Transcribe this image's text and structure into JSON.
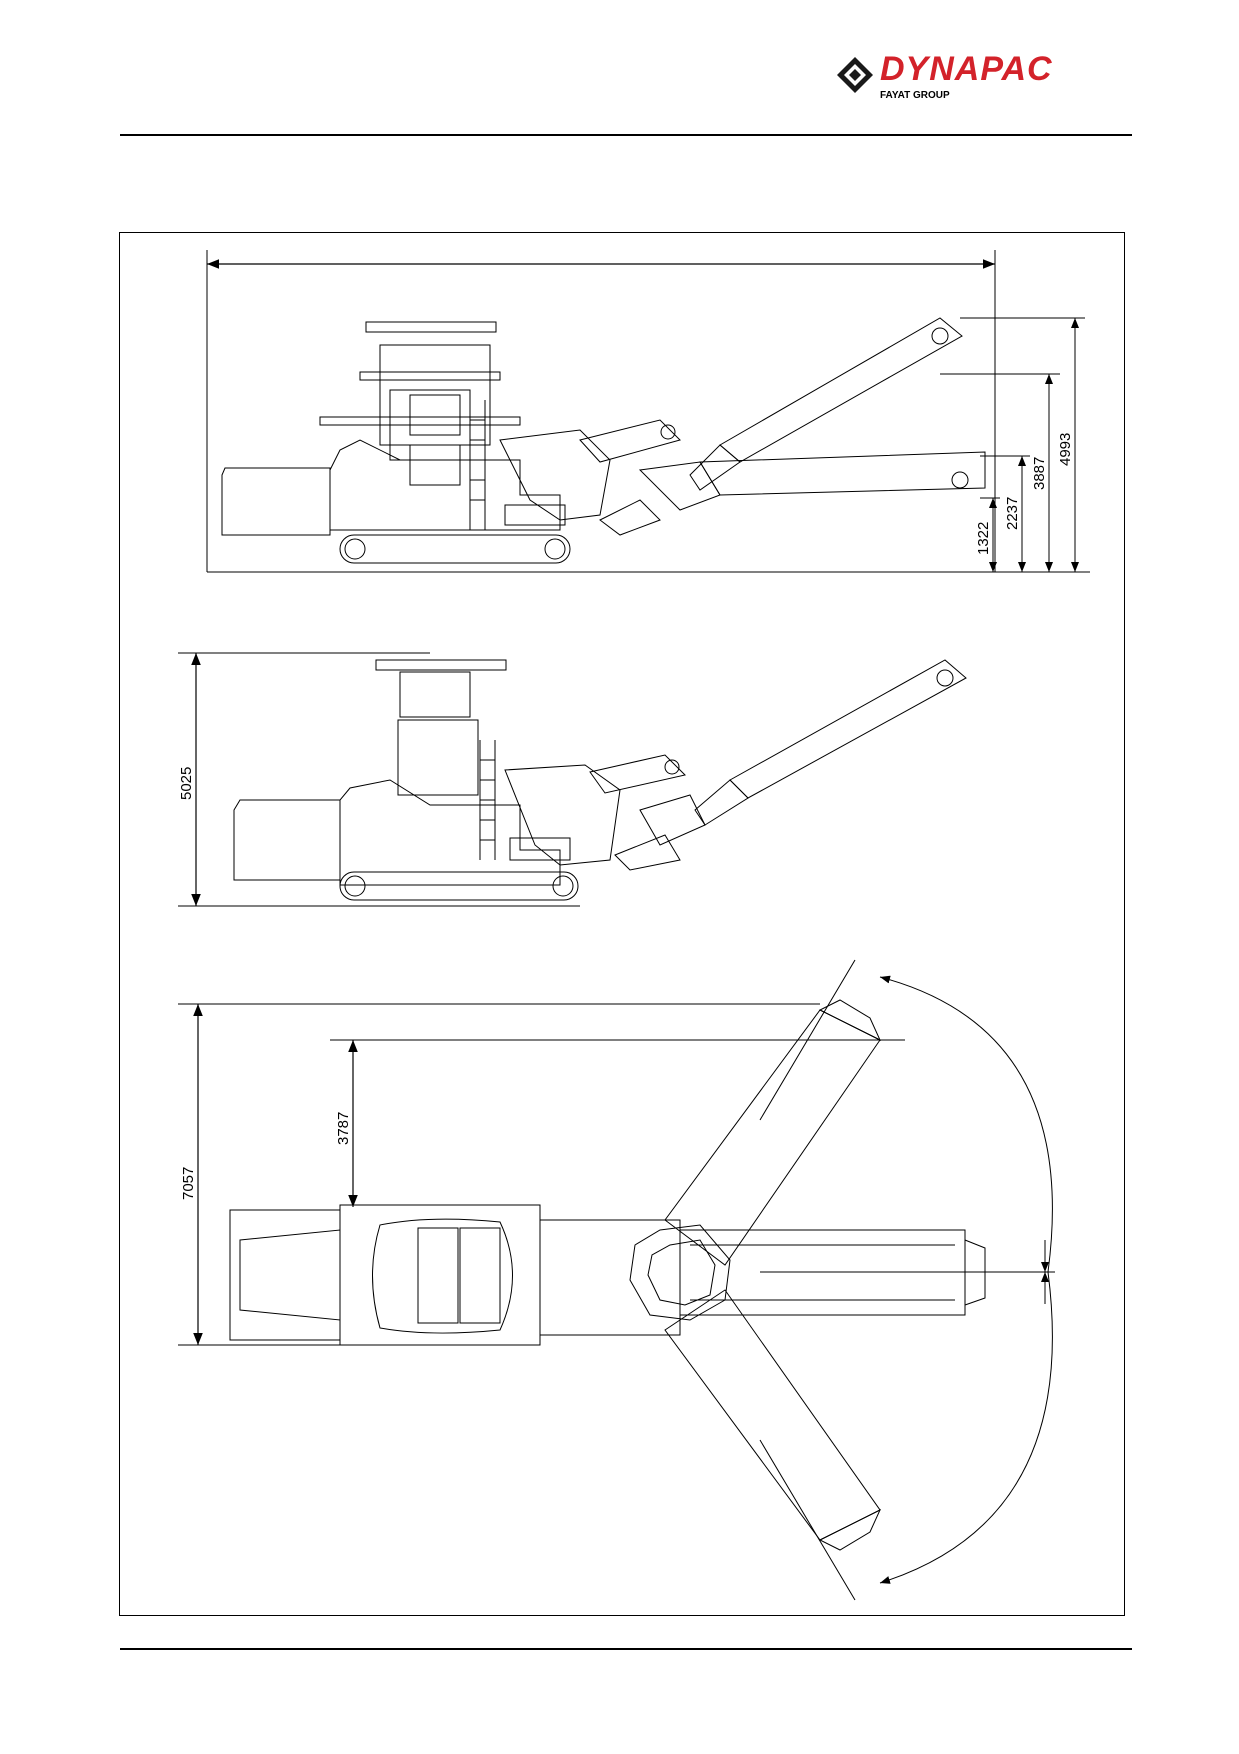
{
  "header": {
    "brand": "DYNAPAC",
    "subbrand": "FAYAT GROUP",
    "brand_color": "#d3222a"
  },
  "dimensions": {
    "side_view_transport": [
      "1322",
      "2237",
      "3887",
      "4993"
    ],
    "side_view_working": "5025",
    "top_view_total": "7057",
    "top_view_partial": "3787"
  }
}
